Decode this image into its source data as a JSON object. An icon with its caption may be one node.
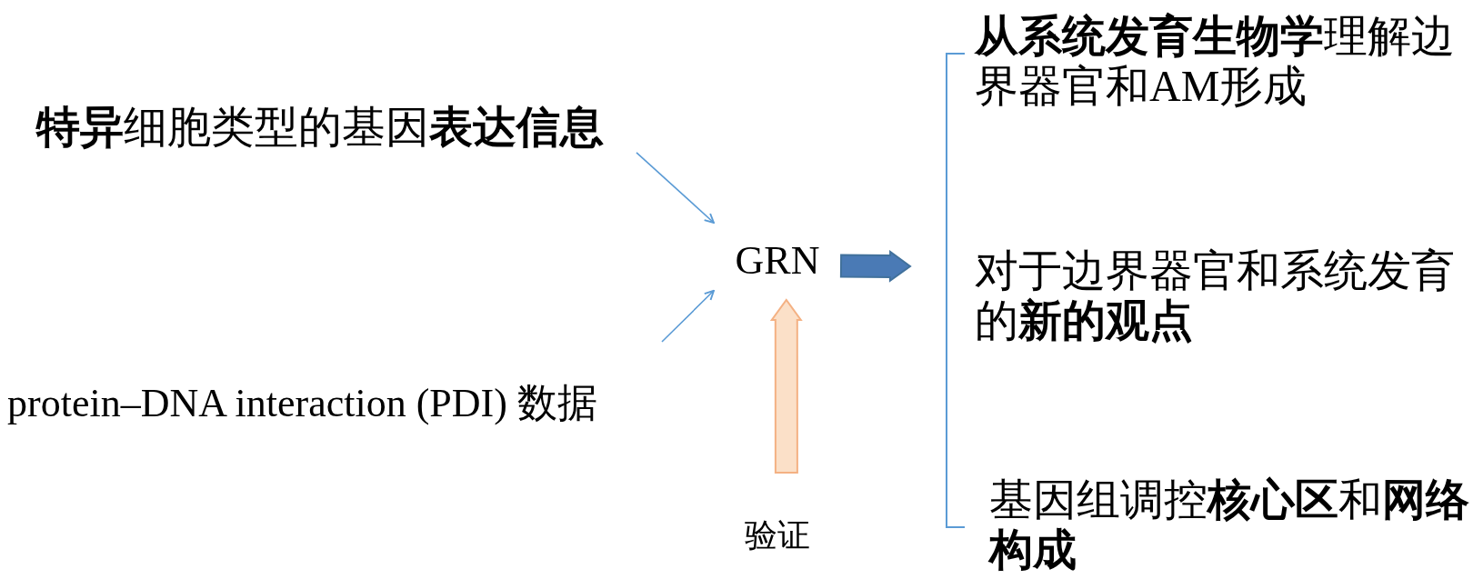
{
  "diagram": {
    "nodes": [
      {
        "text": [
          "**特异**细胞类型的基因**表达信息**"
        ]
      },
      {
        "text": [
          "protein–DNA interaction (PDI) 数据"
        ]
      },
      {
        "text": [
          "GRN"
        ]
      },
      {
        "text": [
          "验证"
        ]
      },
      {
        "text": [
          "**从系统发育生物学**理解边界器官和AM形成"
        ]
      },
      {
        "text": [
          "对于边界器官和系统发育的**新的观点**"
        ]
      },
      {
        "text": [
          "基因组调控**核心区**和**网络构成**"
        ]
      }
    ],
    "edges": [
      {
        "from": 0,
        "to": 2,
        "arrow": "to"
      },
      {
        "from": 1,
        "to": 2,
        "arrow": "to"
      },
      {
        "from": 3,
        "to": 2,
        "arrow": "to",
        "style": "thick",
        "color": "#f4b183"
      },
      {
        "from": 2,
        "to": null,
        "arrow": "to",
        "style": "thick",
        "color": "#41719c"
      }
    ]
  }
}
